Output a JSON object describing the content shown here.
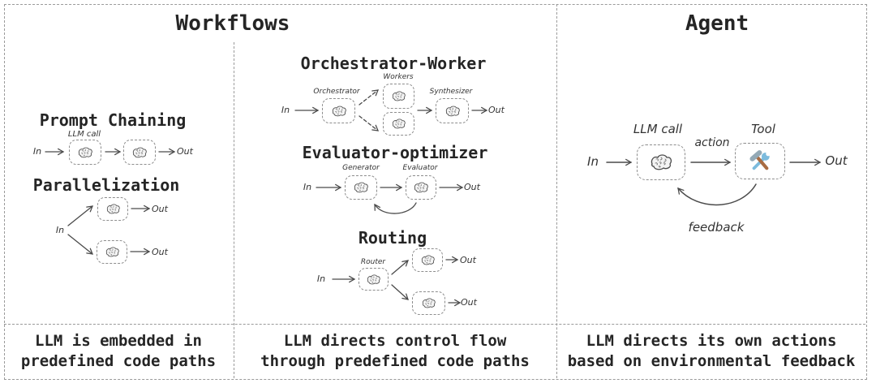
{
  "workflows": {
    "title": "Workflows",
    "prompt_chaining": {
      "title": "Prompt Chaining",
      "in_label": "In",
      "out_label": "Out",
      "llm_call_label": "LLM call",
      "node_icon": "brain-icon"
    },
    "parallelization": {
      "title": "Parallelization",
      "in_label": "In",
      "out_label": "Out",
      "node_icon": "brain-icon"
    },
    "orchestrator_worker": {
      "title": "Orchestrator-Worker",
      "in_label": "In",
      "out_label": "Out",
      "orchestrator_label": "Orchestrator",
      "workers_label": "Workers",
      "synthesizer_label": "Synthesizer",
      "node_icon": "brain-icon"
    },
    "evaluator_optimizer": {
      "title": "Evaluator-optimizer",
      "in_label": "In",
      "out_label": "Out",
      "generator_label": "Generator",
      "evaluator_label": "Evaluator",
      "node_icon": "brain-icon"
    },
    "routing": {
      "title": "Routing",
      "in_label": "In",
      "out_label": "Out",
      "router_label": "Router",
      "node_icon": "brain-icon"
    },
    "caption_left": {
      "line1": "LLM is embedded in",
      "line2": "predefined code paths"
    },
    "caption_middle": {
      "line1": "LLM directs control flow",
      "line2": "through predefined code paths"
    }
  },
  "agent": {
    "title": "Agent",
    "in_label": "In",
    "out_label": "Out",
    "llm_call_label": "LLM call",
    "tool_label": "Tool",
    "action_label": "action",
    "feedback_label": "feedback",
    "llm_icon": "brain-icon",
    "tool_icon": "hammer-wrench-icon",
    "caption": {
      "line1": "LLM directs its own actions",
      "line2": "based on environmental feedback"
    }
  },
  "colors": {
    "border_gray": "#9a9a9a",
    "node_border": "#8d8d8d",
    "text_dark": "#252525",
    "arrow": "#4a4a4a",
    "wrench_blue": "#7cbbdd",
    "hammer_brown": "#a96c42",
    "hammer_head_gray": "#93a9b6"
  }
}
